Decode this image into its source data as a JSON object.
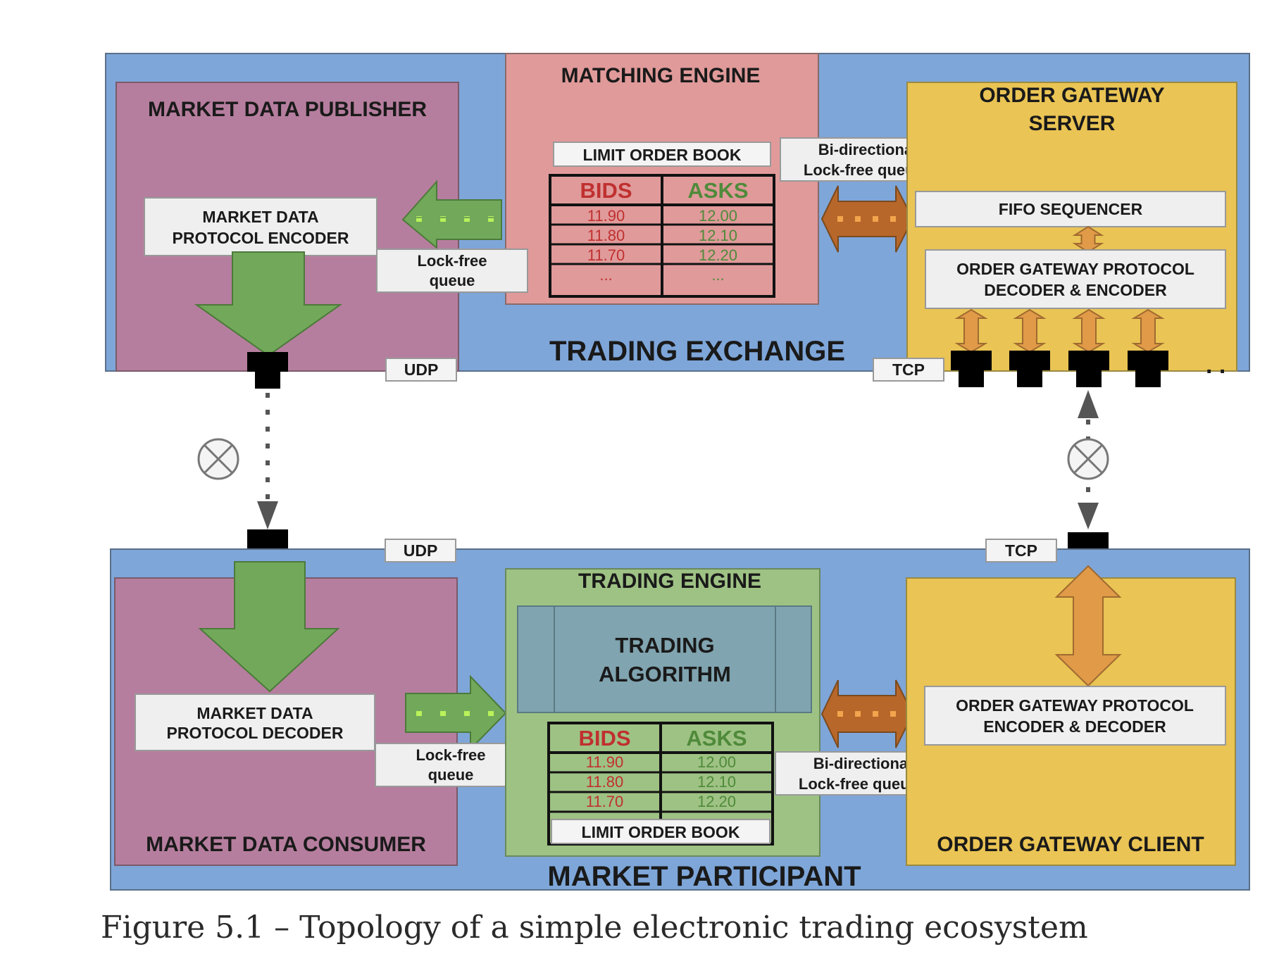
{
  "exchange": {
    "title": "TRADING EXCHANGE",
    "publisher": {
      "title": "MARKET DATA PUBLISHER",
      "encoder_l1": "MARKET DATA",
      "encoder_l2": "PROTOCOL ENCODER"
    },
    "matching_engine": {
      "title": "MATCHING ENGINE",
      "book_label": "LIMIT ORDER BOOK",
      "bids_header": "BIDS",
      "asks_header": "ASKS",
      "bids": [
        "11.90",
        "11.80",
        "11.70",
        "..."
      ],
      "asks": [
        "12.00",
        "12.10",
        "12.20",
        "..."
      ]
    },
    "gateway_server": {
      "title_l1": "ORDER GATEWAY",
      "title_l2": "SERVER",
      "fifo": "FIFO SEQUENCER",
      "codec_l1": "ORDER GATEWAY PROTOCOL",
      "codec_l2": "DECODER & ENCODER"
    },
    "lockfree_l1": "Lock-free",
    "lockfree_l2": "queue",
    "bidir_l1": "Bi-directional",
    "bidir_l2": "Lock-free queues",
    "udp": "UDP",
    "tcp": "TCP",
    "ellipsis": ". ."
  },
  "participant": {
    "title": "MARKET PARTICIPANT",
    "consumer": {
      "title": "MARKET DATA CONSUMER",
      "decoder_l1": "MARKET DATA",
      "decoder_l2": "PROTOCOL DECODER"
    },
    "trading_engine": {
      "title": "TRADING ENGINE",
      "algo_l1": "TRADING",
      "algo_l2": "ALGORITHM",
      "book_label": "LIMIT ORDER BOOK",
      "bids_header": "BIDS",
      "asks_header": "ASKS",
      "bids": [
        "11.90",
        "11.80",
        "11.70"
      ],
      "asks": [
        "12.00",
        "12.10",
        "12.20"
      ]
    },
    "gateway_client": {
      "title": "ORDER GATEWAY CLIENT",
      "codec_l1": "ORDER GATEWAY PROTOCOL",
      "codec_l2": "ENCODER & DECODER"
    },
    "lockfree_l1": "Lock-free",
    "lockfree_l2": "queue",
    "bidir_l1": "Bi-directional",
    "bidir_l2": "Lock-free queues",
    "udp": "UDP",
    "tcp": "TCP"
  },
  "caption": "Figure 5.1 – Topology of a simple electronic trading ecosystem",
  "colors": {
    "system_blue": "#7ea6d9",
    "publisher_purple": "#b67e9e",
    "matching_pink": "#e09a9a",
    "gateway_yellow": "#eac454",
    "engine_green": "#9ec284",
    "algo_teal": "#80a4b0",
    "arrow_green": "#72a85a",
    "arrow_brown": "#b8672a",
    "arrow_orange": "#e09a48",
    "bid_red": "#c03030",
    "ask_green": "#4f8a3a"
  }
}
